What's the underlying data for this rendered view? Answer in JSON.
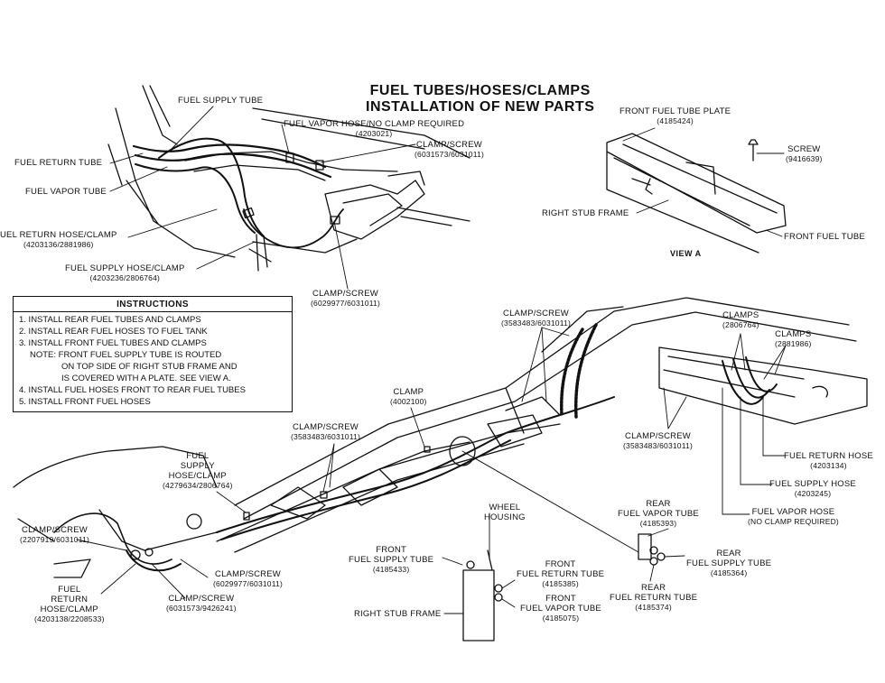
{
  "title": {
    "line1": "FUEL TUBES/HOSES/CLAMPS",
    "line2": "INSTALLATION OF NEW PARTS"
  },
  "view_label": "VIEW A",
  "instructions": {
    "header": "INSTRUCTIONS",
    "steps": [
      "1. INSTALL REAR FUEL TUBES AND CLAMPS",
      "2. INSTALL REAR FUEL HOSES TO FUEL TANK",
      "3. INSTALL FRONT FUEL TUBES AND CLAMPS",
      "4. INSTALL FUEL HOSES FRONT TO REAR FUEL TUBES",
      "5. INSTALL FRONT FUEL HOSES"
    ],
    "note": [
      "NOTE: FRONT FUEL SUPPLY TUBE IS ROUTED",
      "ON TOP SIDE OF RIGHT STUB FRAME AND",
      "IS COVERED WITH A PLATE. SEE VIEW A."
    ]
  },
  "labels": {
    "fuel_supply_tube": "FUEL SUPPLY TUBE",
    "fuel_return_tube": "FUEL RETURN TUBE",
    "fuel_vapor_tube": "FUEL VAPOR TUBE",
    "fuel_return_hose_top": {
      "name": "UEL RETURN HOSE/CLAMP",
      "pn": "(4203136/2881986)"
    },
    "fuel_supply_hose_top": {
      "name": "FUEL SUPPLY HOSE/CLAMP",
      "pn": "(4203236/2806764)"
    },
    "fuel_vapor_hose_top": {
      "name": "FUEL VAPOR HOSE/NO CLAMP REQUIRED",
      "pn": "(4203021)"
    },
    "clamp_screw_top": {
      "name": "CLAMP/SCREW",
      "pn": "(6031573/6031011)"
    },
    "clamp_screw_mid": {
      "name": "CLAMP/SCREW",
      "pn": "(6029977/6031011)"
    },
    "front_fuel_tube_plate": {
      "name": "FRONT FUEL TUBE PLATE",
      "pn": "(4185424)"
    },
    "screw": {
      "name": "SCREW",
      "pn": "(9416639)"
    },
    "right_stub_frame_top": "RIGHT STUB FRAME",
    "front_fuel_tube": "FRONT FUEL TUBE",
    "clamp_screw_rear_top": {
      "name": "CLAMP/SCREW",
      "pn": "(3583483/6031011)"
    },
    "clamps_a": {
      "name": "CLAMPS",
      "pn": "(2806764)"
    },
    "clamps_b": {
      "name": "CLAMPS",
      "pn": "(2881986)"
    },
    "clamp": {
      "name": "CLAMP",
      "pn": "(4002100)"
    },
    "clamp_screw_rear_mid": {
      "name": "CLAMP/SCREW",
      "pn": "(3583483/6031011)"
    },
    "fuel_return_hose_r": {
      "name": "FUEL RETURN HOSE",
      "pn": "(4203134)"
    },
    "fuel_supply_hose_r": {
      "name": "FUEL SUPPLY HOSE",
      "pn": "(4203245)"
    },
    "fuel_vapor_hose_r": {
      "name": "FUEL VAPOR HOSE",
      "pn": "(NO CLAMP REQUIRED)"
    },
    "clamp_screw_low_mid": {
      "name": "CLAMP/SCREW",
      "pn": "(3583483/6031011)"
    },
    "fuel_supply_hose_clamp_low": {
      "l1": "FUEL",
      "l2": "SUPPLY",
      "l3": "HOSE/CLAMP",
      "pn": "(4279634/2806764)"
    },
    "clamp_screw_low_left": {
      "name": "CLAMP/SCREW",
      "pn": "(2207919/6031011)"
    },
    "fuel_return_hose_clamp_low": {
      "l1": "FUEL",
      "l2": "RETURN",
      "l3": "HOSE/CLAMP",
      "pn": "(4203138/2208533)"
    },
    "clamp_screw_low_a": {
      "name": "CLAMP/SCREW",
      "pn": "(6029977/6031011)"
    },
    "clamp_screw_low_b": {
      "name": "CLAMP/SCREW",
      "pn": "(6031573/9426241)"
    },
    "wheel_housing": {
      "l1": "WHEEL",
      "l2": "HOUSING"
    },
    "front_fuel_supply_tube": {
      "l1": "FRONT",
      "l2": "FUEL SUPPLY TUBE",
      "pn": "(4185433)"
    },
    "front_fuel_return_tube": {
      "l1": "FRONT",
      "l2": "FUEL RETURN TUBE",
      "pn": "(4185385)"
    },
    "front_fuel_vapor_tube": {
      "l1": "FRONT",
      "l2": "FUEL VAPOR TUBE",
      "pn": "(4185075)"
    },
    "right_stub_frame_low": "RIGHT STUB FRAME",
    "rear_fuel_vapor_tube": {
      "l1": "REAR",
      "l2": "FUEL VAPOR TUBE",
      "pn": "(4185393)"
    },
    "rear_fuel_supply_tube": {
      "l1": "REAR",
      "l2": "FUEL SUPPLY TUBE",
      "pn": "(4185364)"
    },
    "rear_fuel_return_tube": {
      "l1": "REAR",
      "l2": "FUEL RETURN TUBE",
      "pn": "(4185374)"
    }
  }
}
